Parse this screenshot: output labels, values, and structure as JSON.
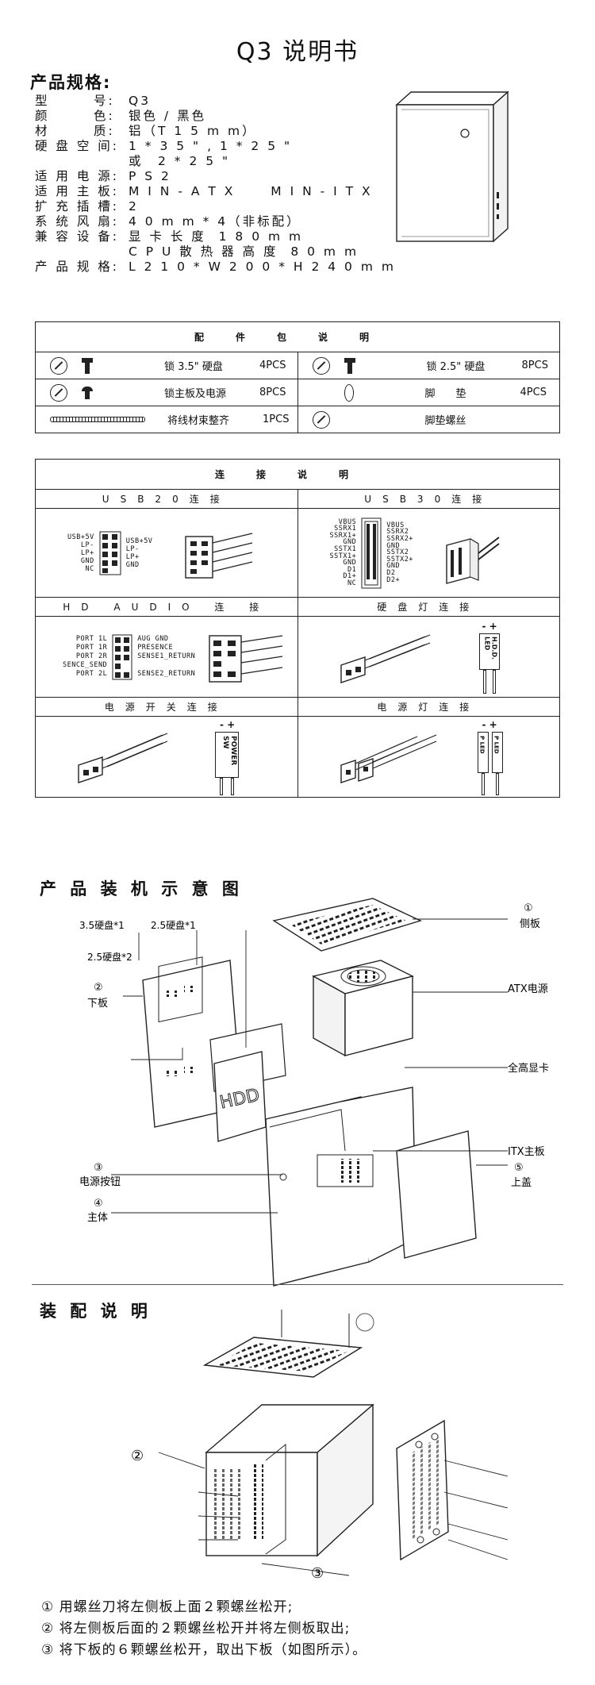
{
  "title": "Q3 说明书",
  "spec_heading": "产品规格:",
  "specs": [
    {
      "k": "型　　　号:",
      "v": "Q3"
    },
    {
      "k": "颜　　　色:",
      "v": "银色 / 黑色"
    },
    {
      "k": "材　　　质:",
      "v": "铝（T 1 5 m m）"
    },
    {
      "k": "硬 盘 空 间:",
      "v": "1 * 3 5 \" , 1 * 2 5 \""
    },
    {
      "k": "",
      "v": "或　2 * 2 5 \""
    },
    {
      "k": "适 用 电 源:",
      "v": "P S 2"
    },
    {
      "k": "适 用 主 板:",
      "v": "M I N - A T X　　 M I N - I T X"
    },
    {
      "k": "扩 充 插 槽:",
      "v": "2"
    },
    {
      "k": "系 统 风 扇:",
      "v": "4 0 m m * 4（非标配）"
    },
    {
      "k": "兼 容 设 备:",
      "v": "显 卡 长 度  1 8 0 m m"
    },
    {
      "k": "",
      "v": "C P U 散 热 器 高 度  8 0 m m"
    },
    {
      "k": "产 品 规 格:",
      "v": "L 2 1 0 * W 2 0 0 * H 2 4 0 m m"
    }
  ],
  "accessories": {
    "title": "配件包说明",
    "rows": [
      {
        "l_label": "锁 3.5\" 硬盘",
        "l_qty": "4PCS",
        "r_label": "锁 2.5\" 硬盘",
        "r_qty": "8PCS"
      },
      {
        "l_label": "锁主板及电源",
        "l_qty": "8PCS",
        "r_label": "脚　　垫",
        "r_qty": "4PCS"
      },
      {
        "l_label": "将线材束整齐",
        "l_qty": "1PCS",
        "r_label": "脚垫螺丝",
        "r_qty": ""
      }
    ]
  },
  "connect": {
    "title": "连接说明",
    "usb20": "USB20连接",
    "usb30": "USB30连接",
    "hdaudio": "HD AUDIO 连 接",
    "hddled": "硬盘灯连接",
    "powersw": "电源开关连接",
    "powerled": "电源灯连接",
    "usb20_left": "USB+5V\nLP-\nLP+\nGND\nNC",
    "usb20_right": "USB+5V\nLP-\nLP+\nGND",
    "usb30_left": "VBUS\nSSRX1\nSSRX1+\nGND\nSSTX1\nSSTX1+\nGND\nD1\nD1+\nNC",
    "usb30_right": "VBUS\nSSRX2\nSSRX2+\nGND\nSSTX2\nSSTX2+\nGND\nD2\nD2+",
    "audio_left": "PORT 1L\nPORT 1R\nPORT 2R\nSENCE_SEND\nPORT 2L",
    "audio_right": "AUG GND\nPRESENCE\nSENSE1_RETURN\n\nSENSE2_RETURN",
    "hdd_led_text": "H.D.D. LED",
    "power_sw_text": "POWER SW",
    "p_led_text": "P LED",
    "plus_minus": "- +"
  },
  "assembly": {
    "heading": "产 品 装 机 示 意 图",
    "hdd35": "3.5硬盘*1",
    "hdd25a": "2.5硬盘*1",
    "hdd25b": "2.5硬盘*2",
    "side": "①\n侧板",
    "atx": "ATX电源",
    "bottom": "②\n下板",
    "gpu": "全高显卡",
    "itx": "ITX主板",
    "power_btn": "③\n电源按钮",
    "body": "④\n主体",
    "top": "⑤\n上盖",
    "hdd_logo": "HDD"
  },
  "instructions": {
    "heading": "装 配 说 明",
    "callout2": "②",
    "callout3": "③",
    "steps": [
      "① 用螺丝刀将左侧板上面２颗螺丝松开;",
      "② 将左侧板后面的２颗螺丝松开并将左侧板取出;",
      "③ 将下板的６颗螺丝松开，取出下板（如图所示）。"
    ]
  }
}
